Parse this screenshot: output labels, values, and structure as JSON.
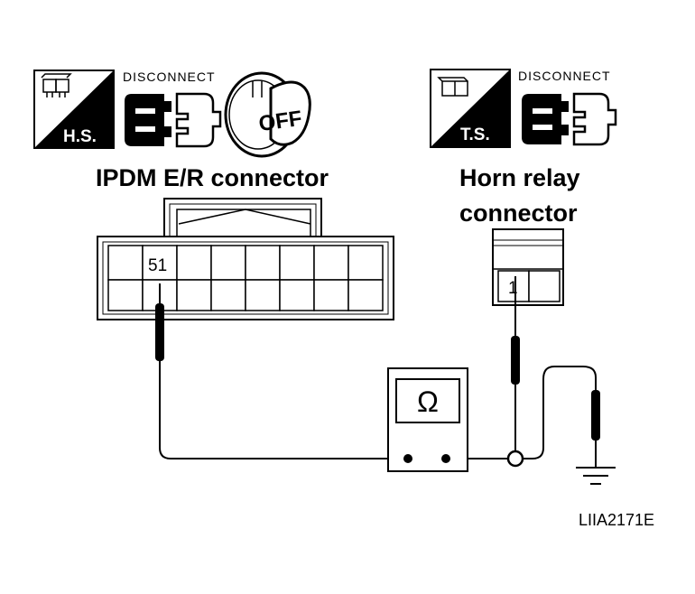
{
  "icons": {
    "hs_badge": "H.S.",
    "ts_badge": "T.S.",
    "disconnect_left": "DISCONNECT",
    "disconnect_right": "DISCONNECT",
    "ignition_off": "OFF"
  },
  "connectors": {
    "ipdm_title": "IPDM E/R connector",
    "ipdm_terminal": "51",
    "horn_title_line1": "Horn relay",
    "horn_title_line2": "connector",
    "horn_terminal": "1"
  },
  "meter": {
    "symbol": "Ω"
  },
  "figure_code": "LIIA2171E",
  "colors": {
    "ink": "#000000",
    "paper": "#ffffff",
    "panel_grey": "#d8d8d8"
  }
}
